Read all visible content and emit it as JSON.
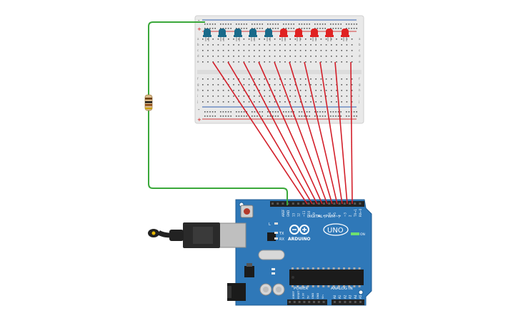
{
  "colors": {
    "board": "#2f78b8",
    "board_edge": "#1f5d94",
    "breadboard": "#e9e9e9",
    "rail_red": "#d23a3a",
    "rail_blue": "#2f5fb0",
    "wire_red": "#d31f2a",
    "wire_green": "#3aa83a",
    "led_blue": "#1a6a8a",
    "led_red": "#e02222",
    "header": "#222222"
  },
  "breadboard": {
    "rail_plus": "+",
    "rail_minus": "-",
    "row_letters_top": [
      "a",
      "b",
      "c",
      "d",
      "e"
    ],
    "row_letters_bottom": [
      "f",
      "g",
      "h",
      "i",
      "j"
    ]
  },
  "leds": [
    {
      "color": "blue"
    },
    {
      "color": "blue"
    },
    {
      "color": "blue"
    },
    {
      "color": "blue"
    },
    {
      "color": "blue"
    },
    {
      "color": "red"
    },
    {
      "color": "red"
    },
    {
      "color": "red"
    },
    {
      "color": "red"
    },
    {
      "color": "red"
    }
  ],
  "arduino": {
    "logo_text": "ARDUINO",
    "model": "UNO",
    "digital_label": "DIGITAL (PWM~)",
    "power_label": "POWER",
    "analog_label": "ANALOG IN",
    "led_l": "L",
    "led_tx": "TX",
    "led_rx": "RX",
    "on_label": "ON",
    "top_pins": [
      "AREF",
      "GND",
      "13",
      "12",
      "~11",
      "~10",
      "~9",
      "8",
      "7",
      "~6",
      "~5",
      "4",
      "~3",
      "2",
      "TX→1",
      "RX←0"
    ],
    "power_pins": [
      "IOREF",
      "RESET",
      "3.3V",
      "5V",
      "GND",
      "GND",
      "Vin"
    ],
    "analog_pins": [
      "A0",
      "A1",
      "A2",
      "A3",
      "A4",
      "A5"
    ]
  }
}
